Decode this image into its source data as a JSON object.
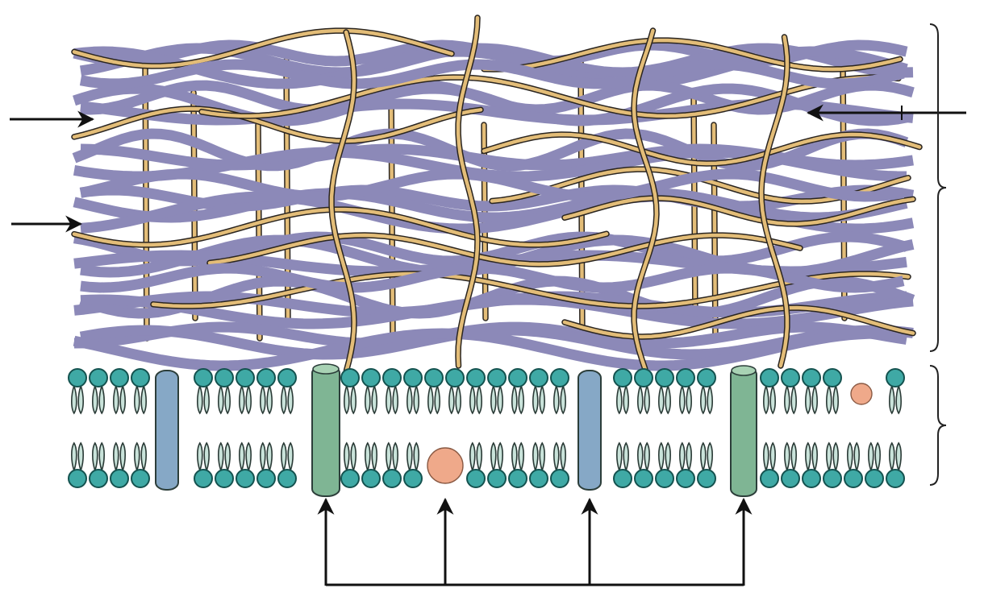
{
  "diagram": {
    "type": "plant cell wall and plasma membrane cross-section",
    "labels": [],
    "components": {
      "wall": {
        "fiber_kinds": [
          "microfibril",
          "crosslinking-glycan"
        ],
        "microfibril_color": "#8C89B8",
        "glycan_fill": "#E3BD78",
        "glycan_outline": "#2A2520"
      },
      "membrane": {
        "bilayer": "phospholipid-bilayer",
        "head_color": "#3FA9A5",
        "head_outline": "#14524F",
        "tail_color": "#C9E3DA",
        "tail_outline": "#2A3A36",
        "proteins": [
          {
            "kind": "transmembrane-protein",
            "color": "#86A8C6"
          },
          {
            "kind": "transmembrane-protein",
            "color": "#7FB594"
          },
          {
            "kind": "transmembrane-protein",
            "color": "#86A8C6"
          },
          {
            "kind": "transmembrane-protein",
            "color": "#7FB594"
          }
        ],
        "embedded_particles": [
          {
            "kind": "embedded-molecule",
            "color": "#EFA98A"
          },
          {
            "kind": "embedded-molecule",
            "color": "#EFA98A"
          }
        ]
      },
      "pointer_arrows": 4,
      "callout_bracket_arrows": 4,
      "braces": 2
    }
  }
}
